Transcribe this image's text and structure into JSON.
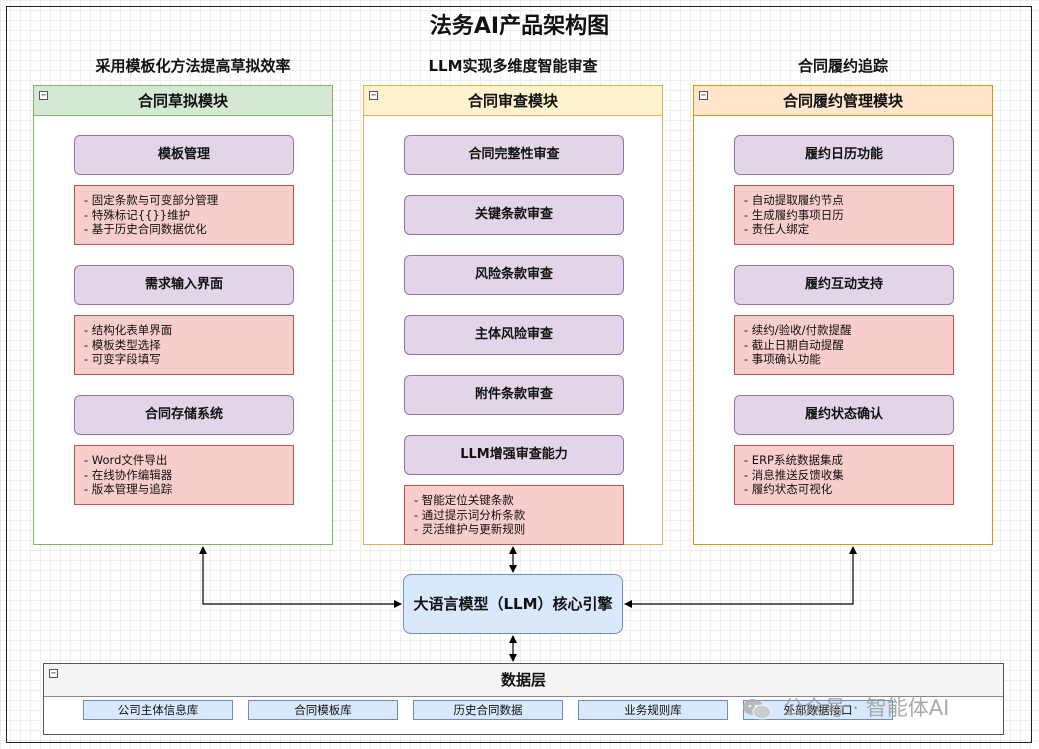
{
  "title": "法务AI产品架构图",
  "columns": [
    {
      "subtitle": "采用模板化方法提高草拟效率",
      "module": "合同草拟模块",
      "groups": [
        {
          "name": "模板管理",
          "details": [
            "- 固定条款与可变部分管理",
            "- 特殊标记{{}}维护",
            "- 基于历史合同数据优化"
          ]
        },
        {
          "name": "需求输入界面",
          "details": [
            "- 结构化表单界面",
            "- 模板类型选择",
            "- 可变字段填写"
          ]
        },
        {
          "name": "合同存储系统",
          "details": [
            "- Word文件导出",
            "- 在线协作编辑器",
            "- 版本管理与追踪"
          ]
        }
      ]
    },
    {
      "subtitle": "LLM实现多维度智能审查",
      "module": "合同审查模块",
      "items": [
        "合同完整性审查",
        "关键条款审查",
        "风险条款审查",
        "主体风险审查",
        "附件条款审查",
        "LLM增强审查能力"
      ],
      "details": [
        "- 智能定位关键条款",
        "- 通过提示词分析条款",
        "- 灵活维护与更新规则"
      ]
    },
    {
      "subtitle": "合同履约追踪",
      "module": "合同履约管理模块",
      "groups": [
        {
          "name": "履约日历功能",
          "details": [
            "- 自动提取履约节点",
            "- 生成履约事项日历",
            "- 责任人绑定"
          ]
        },
        {
          "name": "履约互动支持",
          "details": [
            "- 续约/验收/付款提醒",
            "- 截止日期自动提醒",
            "- 事项确认功能"
          ]
        },
        {
          "name": "履约状态确认",
          "details": [
            "- ERP系统数据集成",
            "- 消息推送反馈收集",
            "- 履约状态可视化"
          ]
        }
      ]
    }
  ],
  "engine": "大语言模型（LLM）核心引擎",
  "data_layer": {
    "title": "数据层",
    "items": [
      "公司主体信息库",
      "合同模板库",
      "历史合同数据",
      "业务规则库",
      "外部数据接口"
    ]
  },
  "watermark": "公众号 · 智能体AI",
  "colors": {
    "draft_header": "#d5e8d4",
    "draft_border": "#82b366",
    "review_header": "#fff2cc",
    "review_border": "#d6b656",
    "perf_header": "#ffe6cc",
    "perf_border": "#d79b00",
    "purple_fill": "#e1d5e7",
    "red_fill": "#f8cecc",
    "blue_fill": "#dae8fc"
  }
}
